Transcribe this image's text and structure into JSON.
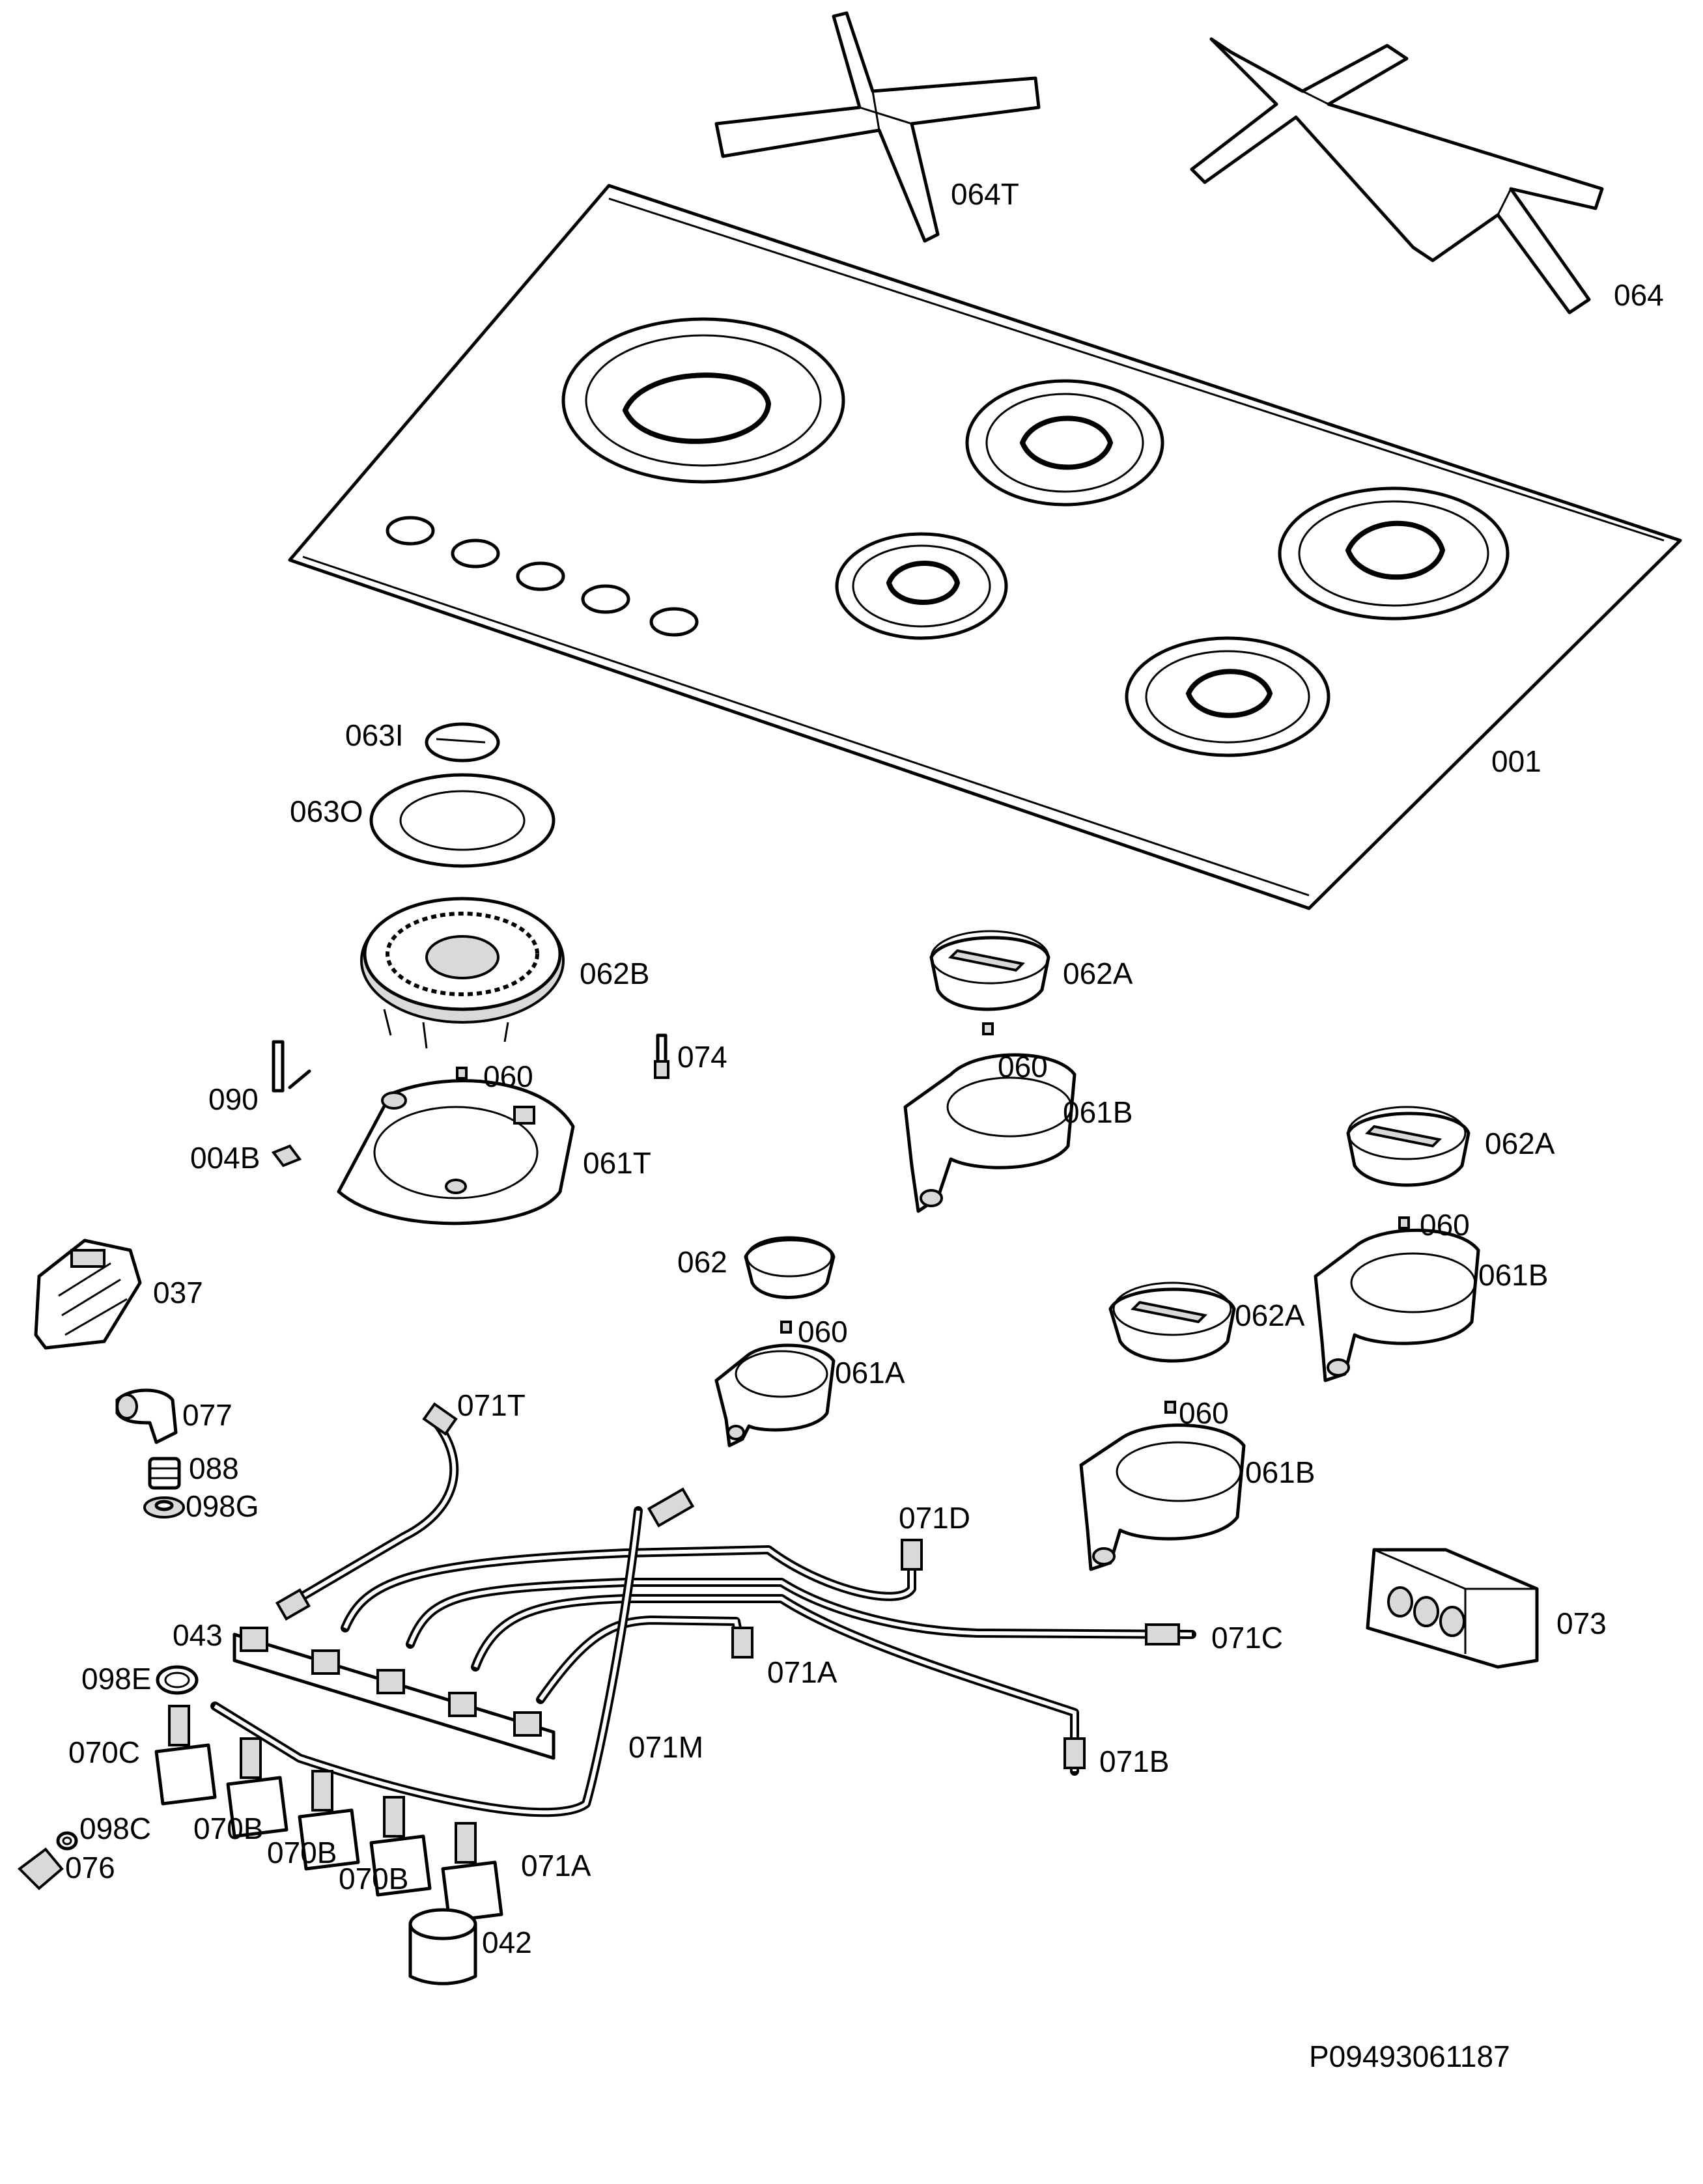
{
  "document_id": "P09493061187",
  "labels": {
    "l064T": "064T",
    "l064": "064",
    "l001": "001",
    "l063I": "063I",
    "l063O": "063O",
    "l062B": "062B",
    "l062A_1": "062A",
    "l074": "074",
    "l060_1": "060",
    "l060_2": "060",
    "l090": "090",
    "l061B_1": "061B",
    "l004B": "004B",
    "l061T": "061T",
    "l062A_2": "062A",
    "l060_3": "060",
    "l061B_2": "061B",
    "l037": "037",
    "l062": "062",
    "l060_4": "060",
    "l062A_3": "062A",
    "l061A": "061A",
    "l077": "077",
    "l071T": "071T",
    "l060_5": "060",
    "l088": "088",
    "l061B_3": "061B",
    "l098G": "098G",
    "l071D": "071D",
    "l043": "043",
    "l071C": "071C",
    "l073": "073",
    "l071A_1": "071A",
    "l098E": "098E",
    "l070C": "070C",
    "l071M": "071M",
    "l071B": "071B",
    "l098C": "098C",
    "l070B_1": "070B",
    "l070B_2": "070B",
    "l076": "076",
    "l070B_3": "070B",
    "l071A_2": "071A",
    "l042": "042"
  }
}
